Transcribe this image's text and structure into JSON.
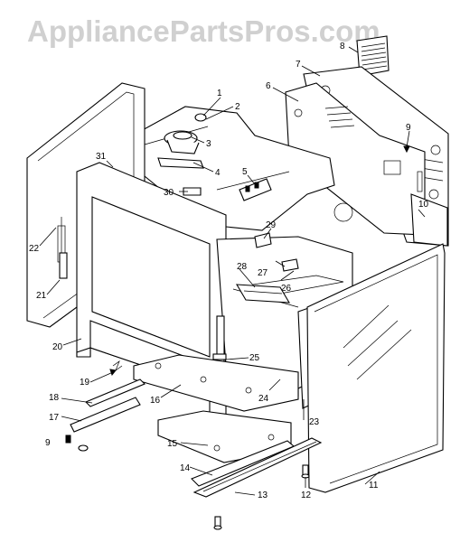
{
  "watermark": "AppliancePartsPros.com",
  "callouts": [
    "1",
    "2",
    "3",
    "4",
    "5",
    "6",
    "7",
    "8",
    "9",
    "10",
    "11",
    "12",
    "13",
    "14",
    "15",
    "16",
    "17",
    "18",
    "19",
    "20",
    "21",
    "22",
    "23",
    "24",
    "25",
    "26",
    "27",
    "28",
    "29",
    "30",
    "31",
    "9"
  ]
}
